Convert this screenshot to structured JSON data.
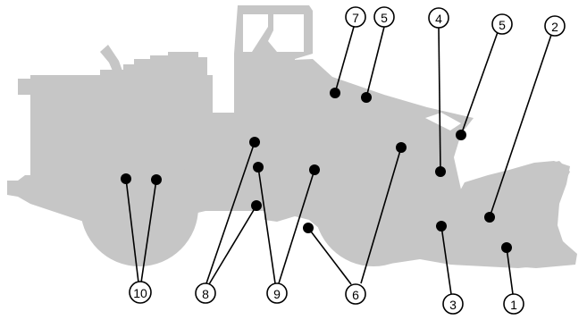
{
  "diagram": {
    "colors": {
      "silhouette": "#c6c6c6",
      "window": "#ffffff",
      "line": "#000000",
      "dot": "#000000",
      "callout_fill": "#ffffff"
    },
    "callouts": [
      {
        "id": "c1",
        "label": "1"
      },
      {
        "id": "c2",
        "label": "2"
      },
      {
        "id": "c3",
        "label": "3"
      },
      {
        "id": "c4",
        "label": "4"
      },
      {
        "id": "c5a",
        "label": "5"
      },
      {
        "id": "c5b",
        "label": "5"
      },
      {
        "id": "c6",
        "label": "6"
      },
      {
        "id": "c7",
        "label": "7"
      },
      {
        "id": "c8",
        "label": "8"
      },
      {
        "id": "c9",
        "label": "9"
      },
      {
        "id": "c10",
        "label": "10"
      }
    ]
  }
}
